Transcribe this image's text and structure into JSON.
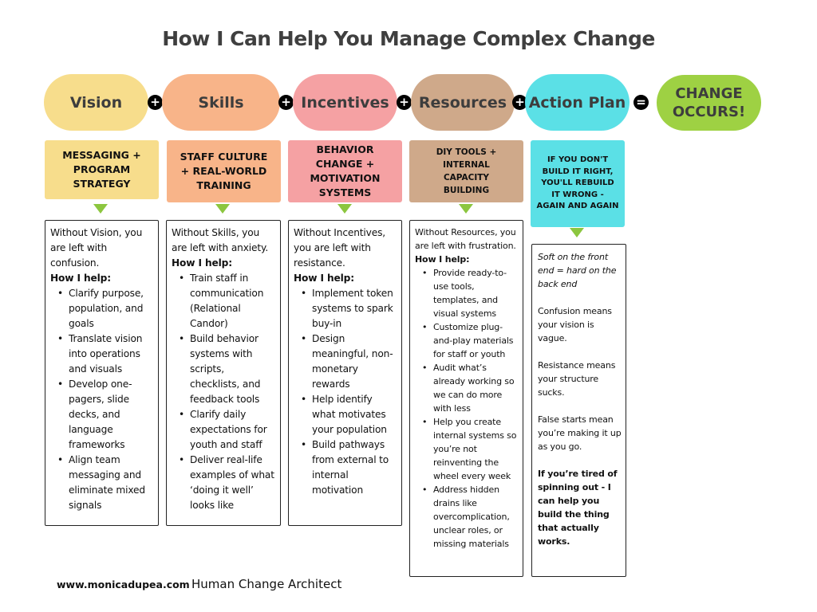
{
  "title": "How I Can Help You Manage Complex Change",
  "colors": {
    "vision": "#f7dd8c",
    "skills": "#f8b489",
    "incentives": "#f5a1a3",
    "resources": "#cfa98a",
    "action_plan": "#5be0e6",
    "change": "#9ed143",
    "arrow": "#8cc63f",
    "operator": "#000000"
  },
  "formula": {
    "items": [
      {
        "label": "Vision",
        "icon": "plus-icon"
      },
      {
        "label": "Skills",
        "icon": "plus-icon"
      },
      {
        "label": "Incentives",
        "icon": "plus-icon"
      },
      {
        "label": "Resources",
        "icon": "plus-icon"
      },
      {
        "label": "Action Plan",
        "icon": "equals-icon"
      }
    ],
    "operators": [
      "+",
      "+",
      "+",
      "+",
      "="
    ],
    "result": "CHANGE OCCURS!"
  },
  "categories": [
    "MESSAGING + PROGRAM STRATEGY",
    "STAFF CULTURE + REAL-WORLD TRAINING",
    "BEHAVIOR CHANGE + MOTIVATION SYSTEMS",
    "DIY TOOLS + INTERNAL CAPACITY BUILDING",
    "IF YOU DON'T BUILD IT RIGHT, YOU'LL REBUILD IT WRONG - AGAIN AND AGAIN"
  ],
  "cards": [
    {
      "intro": "Without Vision, you are left with confusion.",
      "help_label": "How I help:",
      "bullets": [
        "Clarify purpose, population, and goals",
        "Translate vision into operations and visuals",
        "Develop one-pagers, slide decks, and language frameworks",
        "Align team messaging and eliminate mixed signals"
      ]
    },
    {
      "intro": "Without Skills, you are left with anxiety.",
      "help_label": "How I help:",
      "bullets": [
        "Train staff in communication (Relational Candor)",
        "Build behavior systems with scripts, checklists, and feedback tools",
        "Clarify daily expectations for youth and staff",
        "Deliver real-life examples of what ‘doing it well’ looks like"
      ]
    },
    {
      "intro": "Without Incentives, you are left with resistance.",
      "help_label": "How I help:",
      "bullets": [
        "Implement token systems to spark buy-in",
        "Design meaningful, non-monetary rewards",
        "Help identify what motivates your population",
        "Build pathways from external to internal motivation"
      ]
    },
    {
      "intro": "Without Resources, you are left with frustration.",
      "help_label": "How I help:",
      "bullets": [
        "Provide ready-to-use tools, templates, and visual systems",
        "Customize plug-and-play materials for staff or youth",
        "Audit what’s already working so we can do more with less",
        "Help you create internal systems so you’re not reinventing the wheel every week",
        "Address hidden drains like overcomplication, unclear roles, or missing materials"
      ]
    }
  ],
  "action_card": {
    "tagline": "Soft on the front end = hard on the back end",
    "lines": [
      "Confusion means your vision is vague.",
      "Resistance means your structure sucks.",
      "False starts mean you’re making it up as you go."
    ],
    "closing": "If you’re tired of spinning out - I can help you build the thing that actually works."
  },
  "footer": {
    "url": "www.monicadupea.com",
    "tagline": "Human Change Architect"
  }
}
